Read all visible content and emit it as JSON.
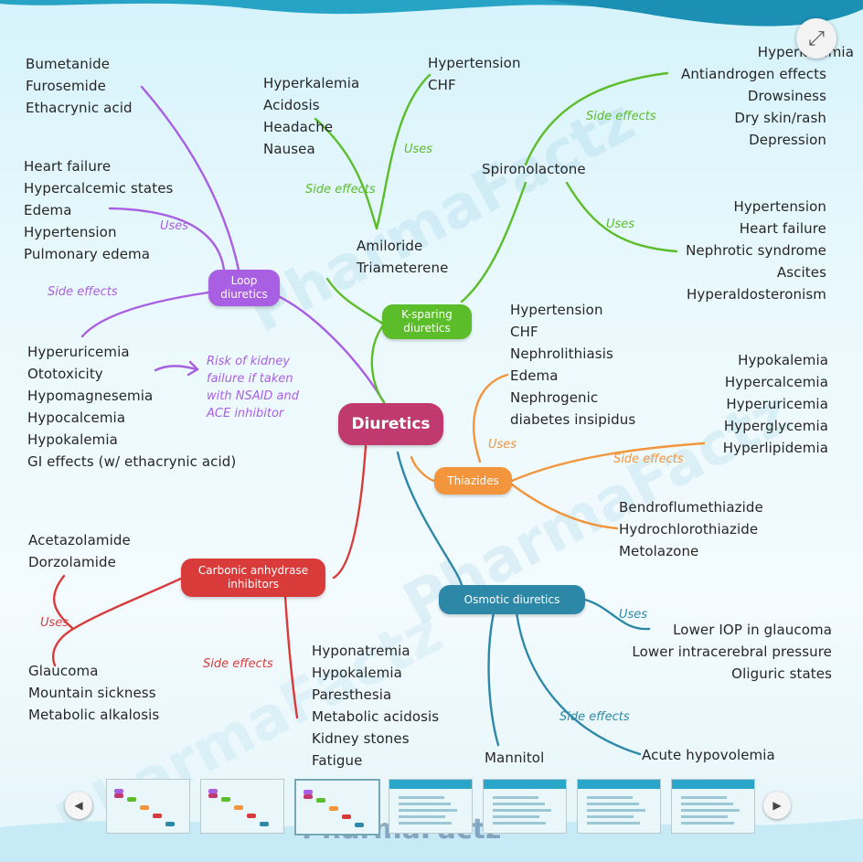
{
  "colors": {
    "loop": "#a95fe2",
    "ksparing": "#5cbd2b",
    "thiazides": "#f2953d",
    "carbonic": "#d93b3b",
    "osmotic": "#2d88a8",
    "center": "#c13a6f"
  },
  "center_label": "Diuretics",
  "watermark": "PharmaFactz",
  "loop": {
    "node_label": "Loop diuretics",
    "drugs": [
      "Bumetanide",
      "Furosemide",
      "Ethacrynic acid"
    ],
    "uses_label": "Uses",
    "uses": [
      "Heart failure",
      "Hypercalcemic states",
      "Edema",
      "Hypertension",
      "Pulmonary edema"
    ],
    "side_effects_label": "Side effects",
    "side_effects": [
      "Hyperuricemia",
      "Ototoxicity",
      "Hypomagnesemia",
      "Hypocalcemia",
      "Hypokalemia",
      "GI effects (w/ ethacrynic acid)"
    ],
    "note": "Risk of kidney failure if taken with NSAID and ACE inhibitor"
  },
  "ksparing": {
    "node_label": "K-sparing diuretics",
    "side_effects_label": "Side effects",
    "side_effects": [
      "Hyperkalemia",
      "Acidosis",
      "Headache",
      "Nausea"
    ],
    "uses_label": "Uses",
    "uses": [
      "Hypertension",
      "CHF"
    ],
    "drugs": [
      "Amiloride",
      "Triameterene"
    ],
    "spironolactone": {
      "name": "Spironolactone",
      "side_effects_label": "Side effects",
      "side_effects": [
        "Hyperkalemia",
        "Antiandrogen effects",
        "Drowsiness",
        "Dry skin/rash",
        "Depression"
      ],
      "uses_label": "Uses",
      "uses": [
        "Hypertension",
        "Heart failure",
        "Nephrotic syndrome",
        "Ascites",
        "Hyperaldosteronism"
      ]
    }
  },
  "thiazides": {
    "node_label": "Thiazides",
    "uses_label": "Uses",
    "uses": [
      "Hypertension",
      "CHF",
      "Nephrolithiasis",
      "Edema",
      "Nephrogenic",
      "diabetes insipidus"
    ],
    "side_effects_label": "Side effects",
    "side_effects": [
      "Hypokalemia",
      "Hypercalcemia",
      "Hyperuricemia",
      "Hyperglycemia",
      "Hyperlipidemia"
    ],
    "drugs": [
      "Bendroflumethiazide",
      "Hydrochlorothiazide",
      "Metolazone"
    ]
  },
  "carbonic": {
    "node_label": "Carbonic anhydrase inhibitors",
    "drugs": [
      "Acetazolamide",
      "Dorzolamide"
    ],
    "uses_label": "Uses",
    "uses": [
      "Glaucoma",
      "Mountain sickness",
      "Metabolic alkalosis"
    ],
    "side_effects_label": "Side effects",
    "side_effects": [
      "Hyponatremia",
      "Hypokalemia",
      "Paresthesia",
      "Metabolic acidosis",
      "Kidney stones",
      "Fatigue"
    ]
  },
  "osmotic": {
    "node_label": "Osmotic diuretics",
    "uses_label": "Uses",
    "uses": [
      "Lower IOP in glaucoma",
      "Lower intracerebral pressure",
      "Oliguric states"
    ],
    "side_effects_label": "Side effects",
    "side_effects": [
      "Acute hypovolemia"
    ],
    "drug": "Mannitol"
  },
  "controls": {
    "expand_icon": "expand-icon",
    "prev_icon": "chevron-left-icon",
    "next_icon": "chevron-right-icon",
    "prev_glyph": "◀",
    "next_glyph": "▶",
    "expand_glyph": "⤢"
  },
  "thumbnails": [
    {
      "id": 1,
      "active": false
    },
    {
      "id": 2,
      "active": false
    },
    {
      "id": 3,
      "active": true
    },
    {
      "id": 4,
      "active": false
    },
    {
      "id": 5,
      "active": false
    },
    {
      "id": 6,
      "active": false
    },
    {
      "id": 7,
      "active": false
    }
  ]
}
